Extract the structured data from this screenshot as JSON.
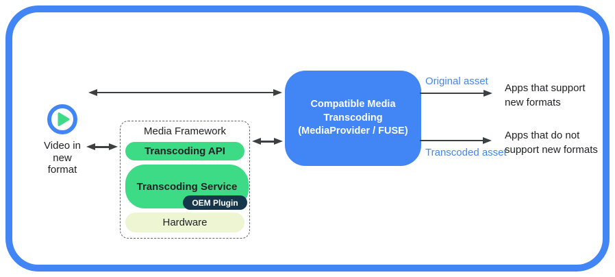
{
  "colors": {
    "frame_blue": "#4285f4",
    "transcoder_blue": "#4285f4",
    "layer_green": "#3edb86",
    "hardware_green": "#eef5d2",
    "oem_navy": "#16364c",
    "arrow_gray": "#3c4043",
    "asset_label_blue": "#4285f4"
  },
  "source": {
    "icon": "play-icon",
    "label": "Video in\nnew\nformat"
  },
  "media_framework": {
    "title": "Media Framework",
    "layers": [
      {
        "label": "Transcoding API"
      },
      {
        "label": "Transcoding Service",
        "badge": "OEM Plugin"
      },
      {
        "label": "Hardware"
      }
    ]
  },
  "transcoder": {
    "label": "Compatible Media\nTranscoding\n(MediaProvider / FUSE)"
  },
  "outputs": [
    {
      "asset": "Original asset",
      "apps": "Apps that support\nnew formats"
    },
    {
      "asset": "Transcoded asset",
      "apps": "Apps that do not\nsupport new formats"
    }
  ]
}
